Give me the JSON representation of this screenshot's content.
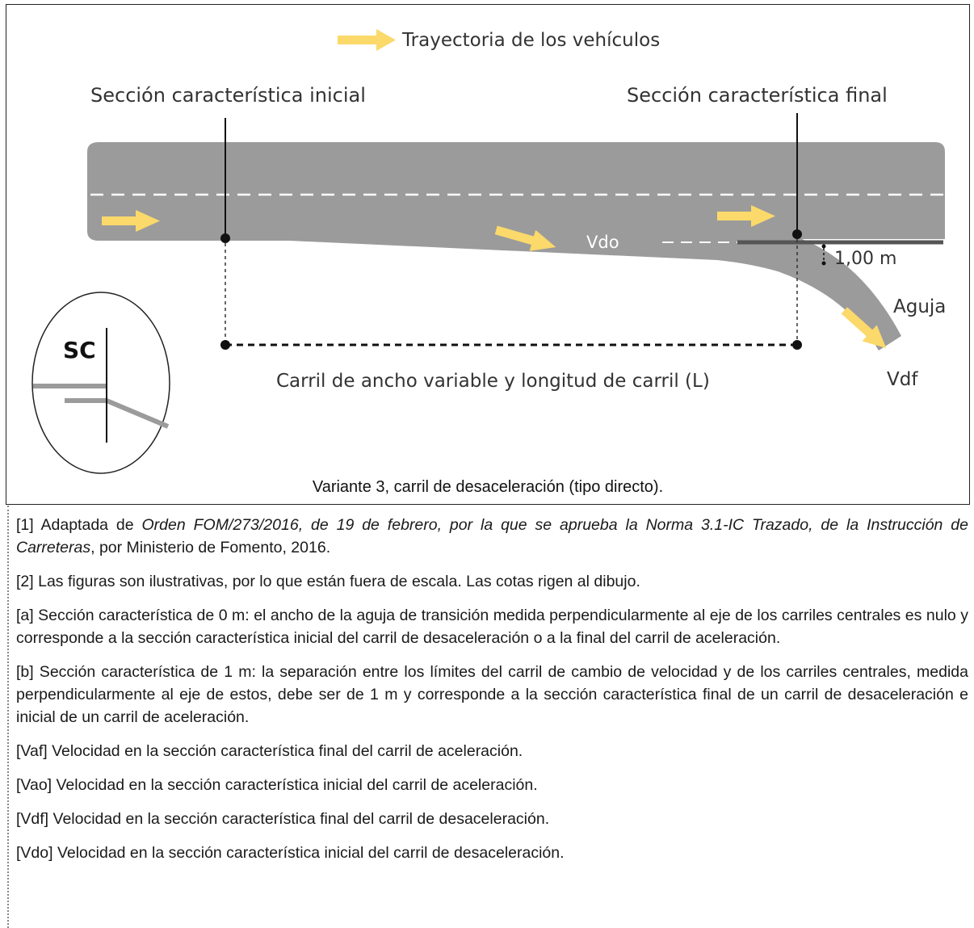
{
  "diagram": {
    "legend_label": "Trayectoria de los vehículos",
    "label_initial_section": "Sección característica inicial",
    "label_final_section": "Sección característica final",
    "label_vdo": "Vdo",
    "label_offset": "1,00 m",
    "label_aguja": "Aguja",
    "label_vdf": "Vdf",
    "label_lane_length": "Carril de ancho variable y longitud de carril (L)",
    "label_inset": "SC",
    "caption": "Variante 3, carril de desaceleración (tipo directo).",
    "colors": {
      "road": "#9b9b9b",
      "arrow": "#fbd96a",
      "line": "#111111",
      "divider": "#555555"
    }
  },
  "notes": {
    "n1_prefix": "[1] Adaptada de ",
    "n1_title": "Orden FOM/273/2016, de 19 de febrero, por la que se aprueba la Norma 3.1-IC Trazado, de la Instrucción de Carreteras",
    "n1_suffix": ", por Ministerio de Fomento, 2016.",
    "n2": "[2] Las figuras son ilustrativas, por lo que están fuera de escala. Las cotas rigen al dibujo.",
    "na": "[a] Sección característica de 0 m: el ancho de la aguja de transición medida perpendicularmente al eje de los carriles centrales es nulo y corresponde a la sección característica inicial del carril de desaceleración o a la final del carril de aceleración.",
    "nb": "[b] Sección característica de 1 m: la separación entre los límites del carril de cambio de velocidad y de los carriles centrales, medida perpendicularmente al eje de estos, debe ser de 1 m y corresponde a la sección característica final de un carril de desaceleración e inicial de un carril de aceleración.",
    "vaf": "[Vaf] Velocidad en la sección característica final del carril de aceleración.",
    "vao": "[Vao] Velocidad en la sección característica inicial del carril de aceleración.",
    "vdf": "[Vdf] Velocidad en la sección característica final del carril de desaceleración.",
    "vdo": "[Vdo] Velocidad en la sección característica inicial del carril de desaceleración."
  }
}
